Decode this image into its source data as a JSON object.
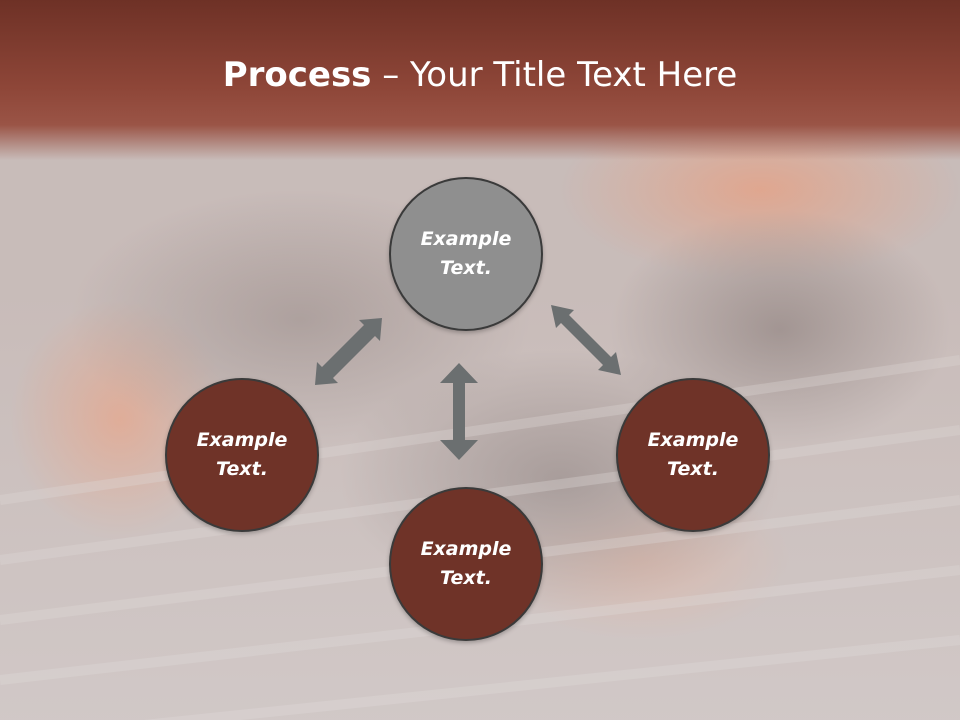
{
  "title": {
    "bold": "Process",
    "rest": " – Your Title Text Here"
  },
  "nodes": {
    "top": {
      "label": "Example\nText."
    },
    "left": {
      "label": "Example\nText."
    },
    "right": {
      "label": "Example\nText."
    },
    "bottom": {
      "label": "Example\nText."
    }
  },
  "colors": {
    "header": "#8e4638",
    "center_node": "#8f8f8f",
    "outer_node": "#6f3328",
    "arrow": "#6b6f70"
  }
}
